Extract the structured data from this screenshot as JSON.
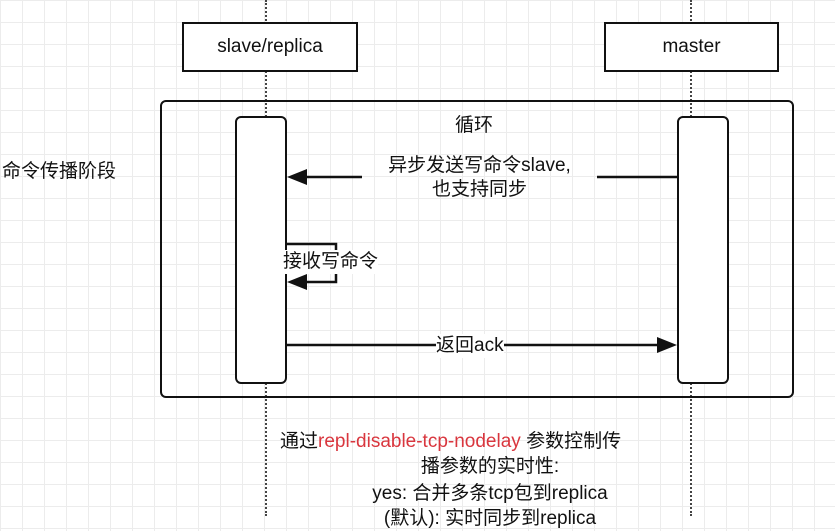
{
  "actors": {
    "replica": "slave/replica",
    "master": "master"
  },
  "phase_label": "命令传播阶段",
  "loop": {
    "label": "循环"
  },
  "messages": {
    "async_send_line1": "异步发送写命令slave,",
    "async_send_line2": "也支持同步",
    "receive": "接收写命令",
    "ack": "返回ack"
  },
  "note": {
    "prefix": "通过",
    "param": "repl-disable-tcp-nodelay",
    "suffix": " 参数控制传",
    "line2": "播参数的实时性:",
    "line3": "yes: 合并多条tcp包到replica",
    "line4": "(默认): 实时同步到replica"
  },
  "colors": {
    "param_highlight": "#d9363e",
    "line": "#111111"
  }
}
